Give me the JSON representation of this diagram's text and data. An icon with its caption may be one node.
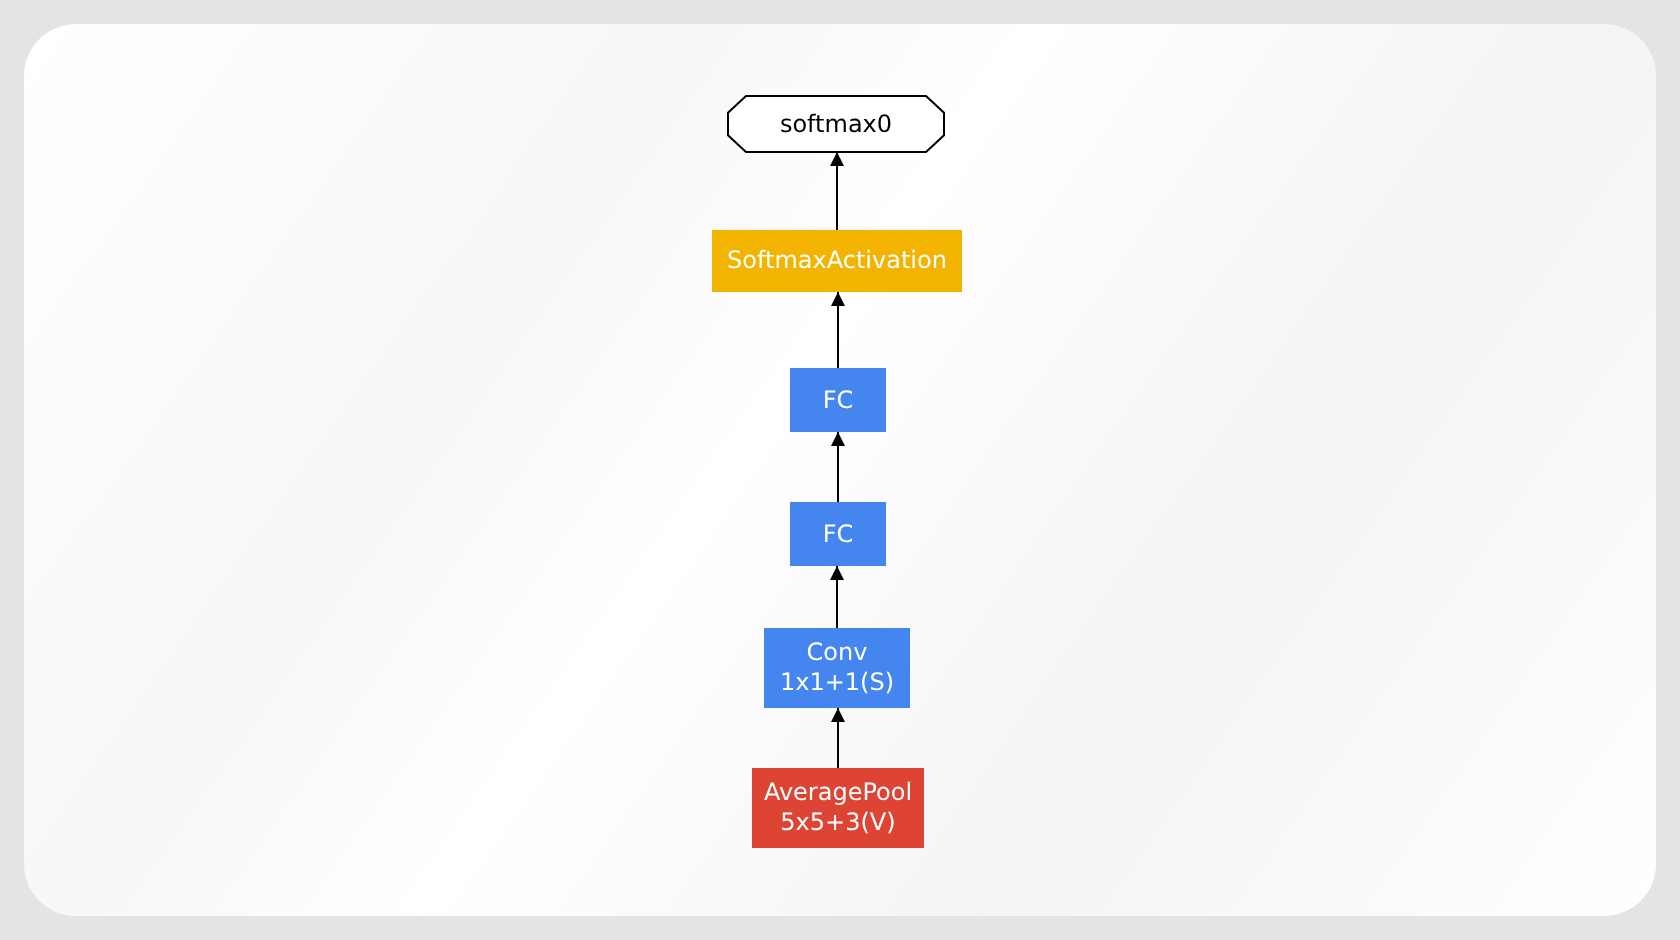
{
  "diagram": {
    "nodes": [
      {
        "text": [
          "softmax0"
        ]
      },
      {
        "text": [
          "SoftmaxActivation"
        ]
      },
      {
        "text": [
          "FC"
        ]
      },
      {
        "text": [
          "FC"
        ]
      },
      {
        "text": [
          "Conv 1x1+1(S)"
        ]
      },
      {
        "text": [
          "AveragePool 5x5+3(V)"
        ]
      }
    ],
    "edges": [
      {
        "from": 5,
        "to": 4,
        "arrow": "to"
      },
      {
        "from": 4,
        "to": 3,
        "arrow": "to"
      },
      {
        "from": 3,
        "to": 2,
        "arrow": "to"
      },
      {
        "from": 2,
        "to": 1,
        "arrow": "to"
      },
      {
        "from": 1,
        "to": 0,
        "arrow": "to"
      }
    ]
  }
}
